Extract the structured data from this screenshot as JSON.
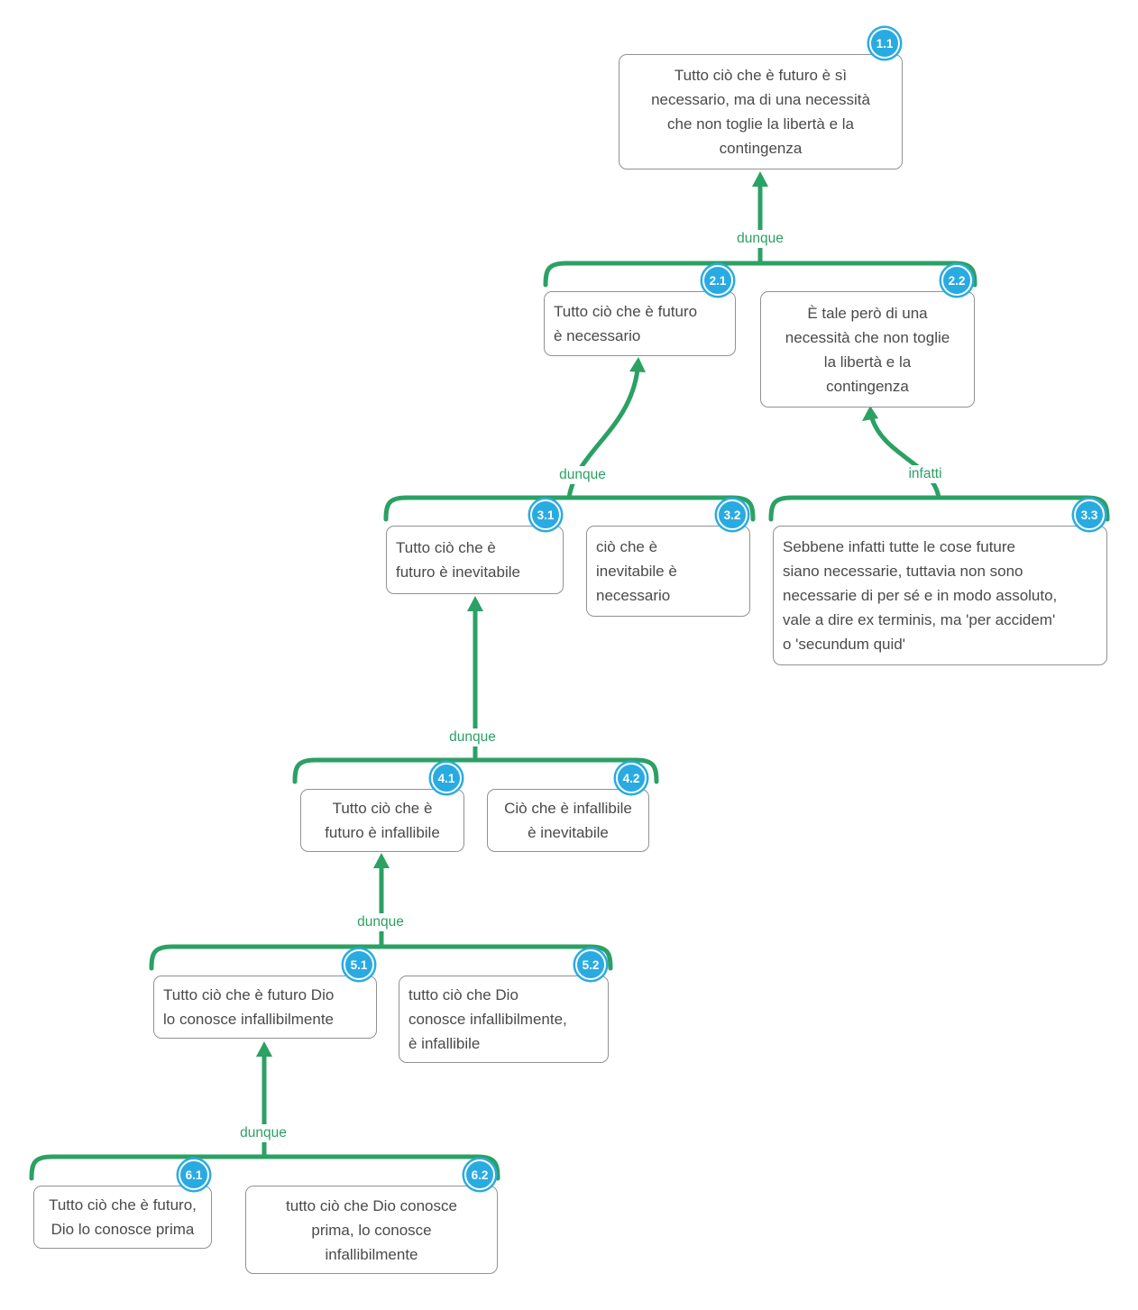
{
  "diagram_type": "argument-map",
  "language": "it",
  "colors": {
    "connector_green": "#2ba164",
    "badge_blue": "#29abe2",
    "node_border": "#919191",
    "node_text": "#4a4a4a",
    "background": "#ffffff"
  },
  "nodes": [
    {
      "id": "1.1",
      "text": "Tutto ciò che è futuro è sì\nnecessario, ma di una necessità\nche non toglie la libertà e la\ncontingenza"
    },
    {
      "id": "2.1",
      "text": "Tutto ciò che è futuro\nè necessario"
    },
    {
      "id": "2.2",
      "text": "È tale però di una\nnecessità che non toglie\nla libertà e la\ncontingenza"
    },
    {
      "id": "3.1",
      "text": "Tutto ciò che è\nfuturo è inevitabile"
    },
    {
      "id": "3.2",
      "text": "ciò che è\ninevitabile è\nnecessario"
    },
    {
      "id": "3.3",
      "text": "Sebbene infatti tutte le cose future\nsiano necessarie, tuttavia non sono\nnecessarie di per sé e in modo assoluto,\nvale a dire ex terminis, ma 'per accidem'\no 'secundum quid'"
    },
    {
      "id": "4.1",
      "text": "Tutto ciò che è\nfuturo è infallibile"
    },
    {
      "id": "4.2",
      "text": "Ciò che è infallibile\nè inevitabile"
    },
    {
      "id": "5.1",
      "text": "Tutto ciò che è futuro Dio\nlo conosce infallibilmente"
    },
    {
      "id": "5.2",
      "text": "tutto ciò che Dio\nconosce infallibilmente,\nè infallibile"
    },
    {
      "id": "6.1",
      "text": "Tutto ciò che è futuro,\nDio lo conosce prima"
    },
    {
      "id": "6.2",
      "text": "tutto ciò che Dio conosce\nprima, lo conosce\ninfallibilmente"
    }
  ],
  "connectors": [
    {
      "label": "dunque",
      "from": [
        "2.1",
        "2.2"
      ],
      "to": "1.1"
    },
    {
      "label": "dunque",
      "from": [
        "3.1",
        "3.2"
      ],
      "to": "2.1"
    },
    {
      "label": "infatti",
      "from": [
        "3.3"
      ],
      "to": "2.2"
    },
    {
      "label": "dunque",
      "from": [
        "4.1",
        "4.2"
      ],
      "to": "3.1"
    },
    {
      "label": "dunque",
      "from": [
        "5.1",
        "5.2"
      ],
      "to": "4.1"
    },
    {
      "label": "dunque",
      "from": [
        "6.1",
        "6.2"
      ],
      "to": "5.1"
    }
  ]
}
